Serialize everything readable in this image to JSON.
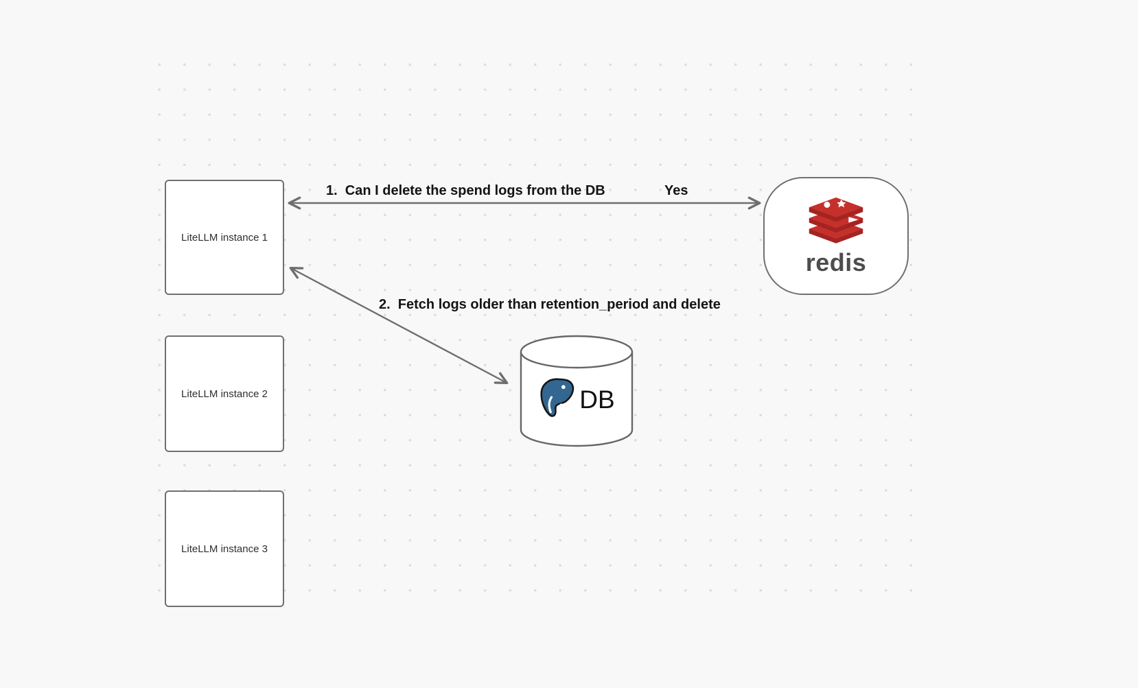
{
  "diagram": {
    "nodes": {
      "instance1": {
        "label": "LiteLLM instance 1"
      },
      "instance2": {
        "label": "LiteLLM instance 2"
      },
      "instance3": {
        "label": "LiteLLM instance 3"
      },
      "redis": {
        "label": "redis"
      },
      "db": {
        "label": "DB"
      }
    },
    "arrows": {
      "arrow1": {
        "label": "1.  Can I delete the spend logs from the DB",
        "response": "Yes"
      },
      "arrow2": {
        "label": "2.  Fetch logs older than retention_period and delete"
      }
    },
    "icons": {
      "redis_logo": "redis-stack-logo-icon",
      "postgres_logo": "postgresql-elephant-icon"
    },
    "colors": {
      "background": "#f8f8f8",
      "dot_grid": "#dcdcdc",
      "node_border": "#6f6f6f",
      "arrow_stroke": "#6e6e6e",
      "redis_red": "#C6302B",
      "redis_dark_red": "#A32422",
      "postgres_blue": "#336791",
      "label_text": "#141414"
    }
  }
}
